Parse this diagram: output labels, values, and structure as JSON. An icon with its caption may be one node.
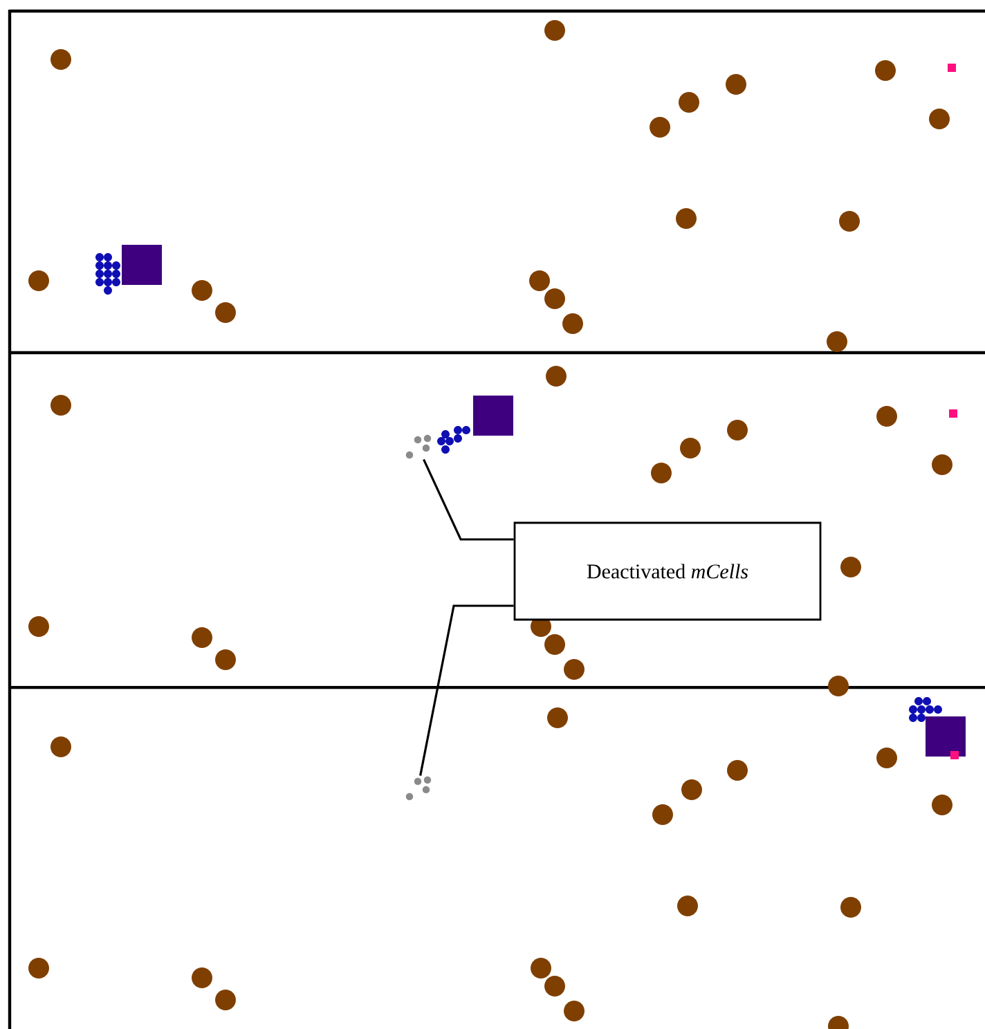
{
  "diagram": {
    "nodes": [
      {
        "text": [
          "Deactivated *mCells*"
        ]
      },
      {
        "text": [],
        "shape": "dots"
      },
      {
        "text": [],
        "shape": "dots"
      }
    ],
    "edges": [
      {
        "from": 0,
        "to": 1,
        "arrow": "none"
      },
      {
        "from": 0,
        "to": 2,
        "arrow": "none"
      }
    ]
  }
}
